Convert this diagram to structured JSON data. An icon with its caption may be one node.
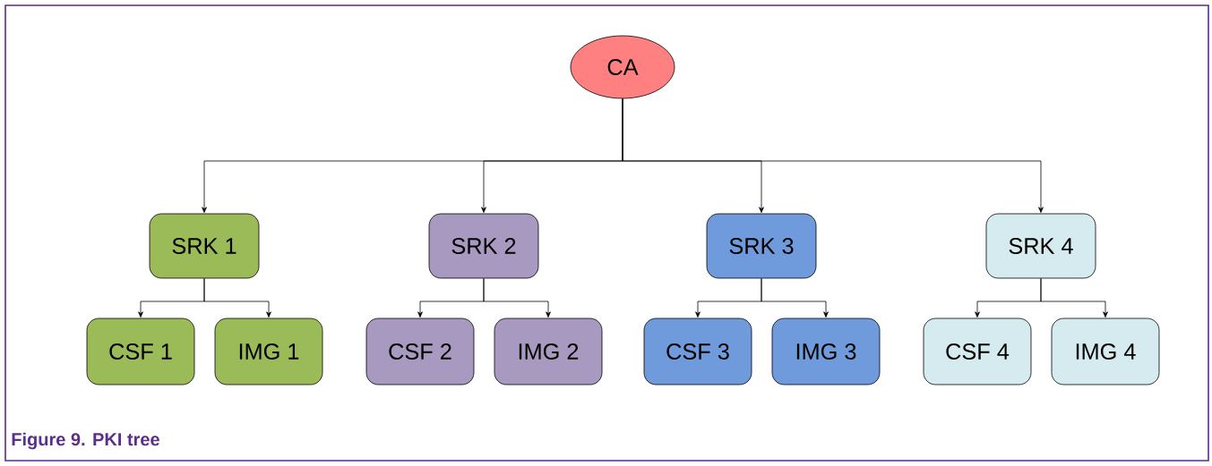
{
  "diagram": {
    "caption": "Figure 9. PKI tree",
    "nodes": [
      {
        "text": [
          "CA"
        ]
      },
      {
        "text": [
          "SRK 1"
        ]
      },
      {
        "text": [
          "CSF 1"
        ]
      },
      {
        "text": [
          "IMG 1"
        ]
      },
      {
        "text": [
          "SRK 2"
        ]
      },
      {
        "text": [
          "CSF 2"
        ]
      },
      {
        "text": [
          "IMG 2"
        ]
      },
      {
        "text": [
          "SRK 3"
        ]
      },
      {
        "text": [
          "CSF 3"
        ]
      },
      {
        "text": [
          "IMG 3"
        ]
      },
      {
        "text": [
          "SRK 4"
        ]
      },
      {
        "text": [
          "CSF 4"
        ]
      },
      {
        "text": [
          "IMG 4"
        ]
      }
    ],
    "edges": [
      {
        "from": 0,
        "to": 1,
        "arrow": "to"
      },
      {
        "from": 0,
        "to": 4,
        "arrow": "to"
      },
      {
        "from": 0,
        "to": 7,
        "arrow": "to"
      },
      {
        "from": 0,
        "to": 10,
        "arrow": "to"
      },
      {
        "from": 1,
        "to": 2,
        "arrow": "to"
      },
      {
        "from": 1,
        "to": 3,
        "arrow": "to"
      },
      {
        "from": 4,
        "to": 5,
        "arrow": "to"
      },
      {
        "from": 4,
        "to": 6,
        "arrow": "to"
      },
      {
        "from": 7,
        "to": 8,
        "arrow": "to"
      },
      {
        "from": 7,
        "to": 9,
        "arrow": "to"
      },
      {
        "from": 10,
        "to": 11,
        "arrow": "to"
      },
      {
        "from": 10,
        "to": 12,
        "arrow": "to"
      }
    ]
  }
}
